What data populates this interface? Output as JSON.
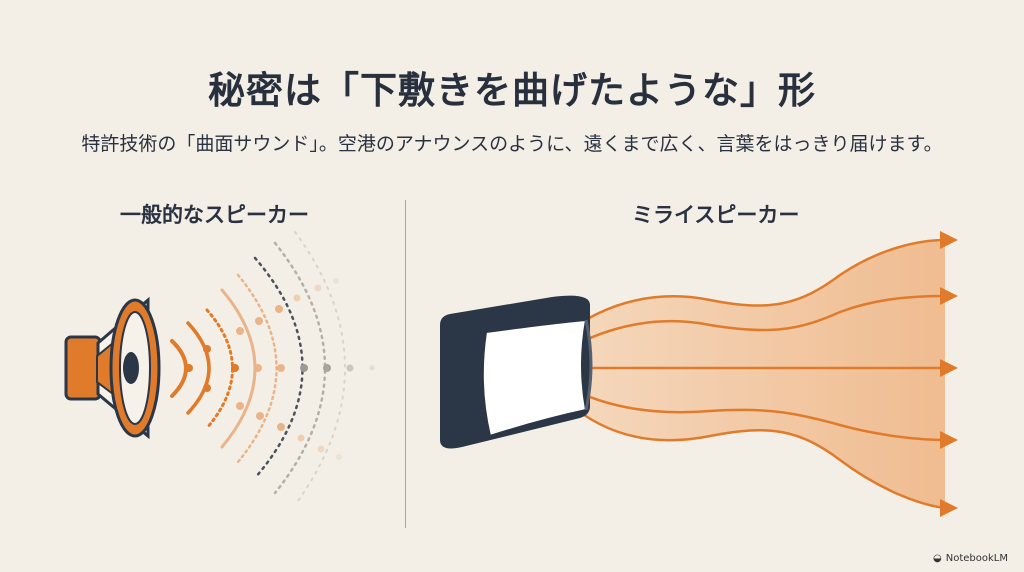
{
  "title": "秘密は「下敷きを曲げたような」形",
  "subtitle": "特許技術の「曲面サウンド」。空港のアナウンスのように、遠くまで広く、言葉をはっきり届けます。",
  "panels": {
    "left": {
      "label": "一般的なスピーカー",
      "icon": "conventional-speaker-icon"
    },
    "right": {
      "label": "ミライスピーカー",
      "icon": "curved-speaker-icon"
    }
  },
  "colors": {
    "background": "#f3efe6",
    "accent": "#e07b2c",
    "dark": "#2b3647",
    "beam_fill": "#f0b787"
  },
  "brand": {
    "label": "NotebookLM",
    "icon": "notebooklm-logo-icon"
  }
}
